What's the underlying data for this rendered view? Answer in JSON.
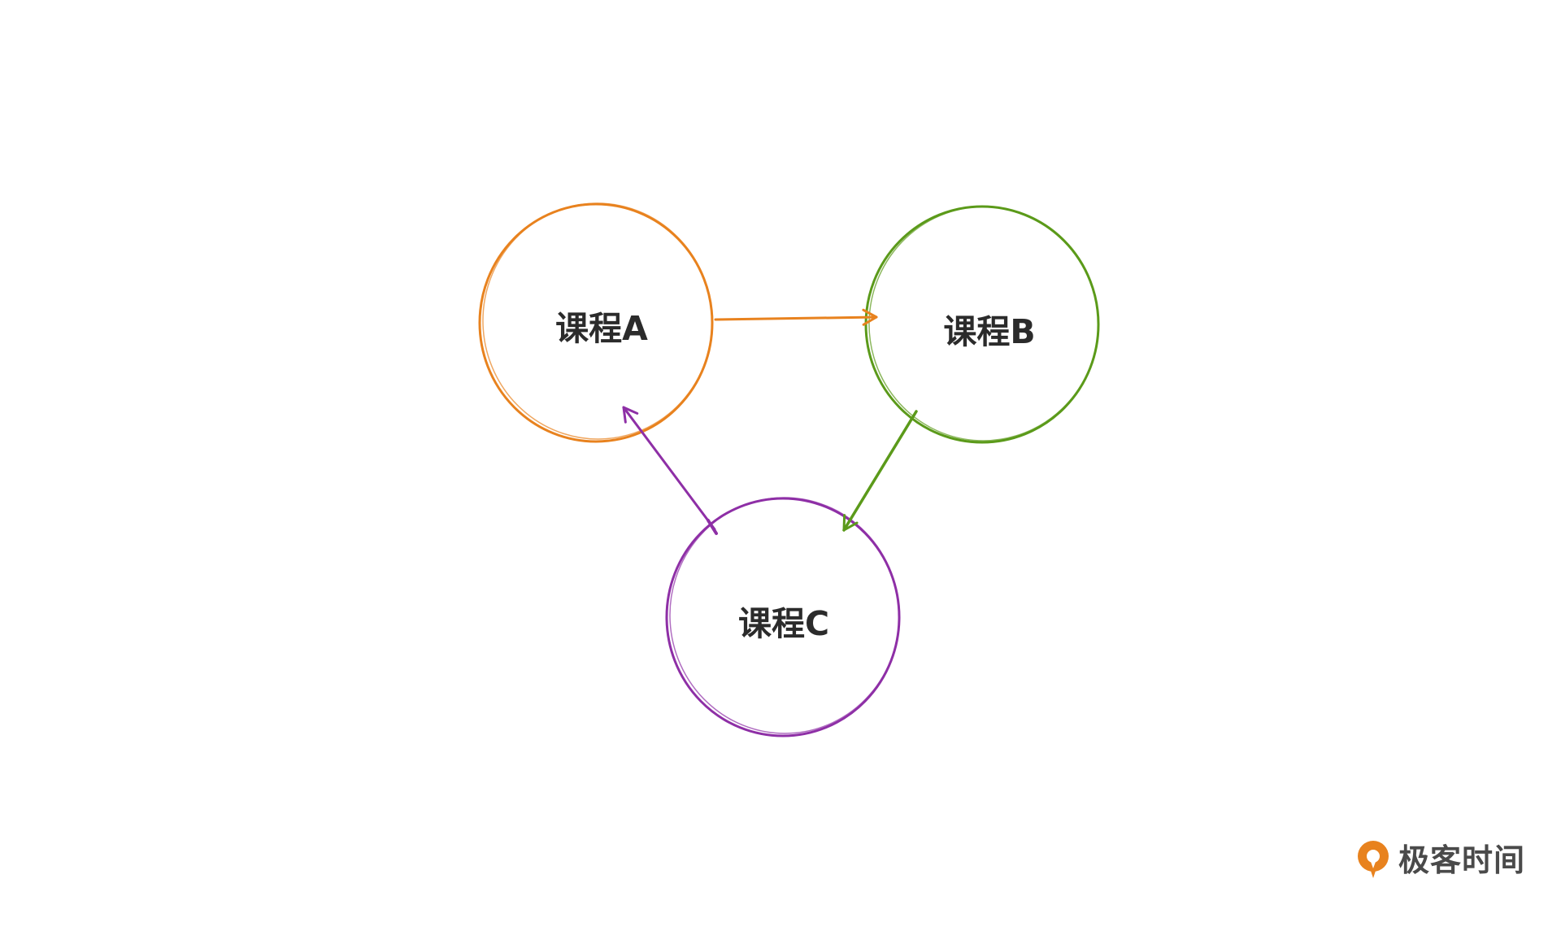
{
  "diagram": {
    "nodes": [
      {
        "id": "a",
        "label": "课程A",
        "color": "#e8821e"
      },
      {
        "id": "b",
        "label": "课程B",
        "color": "#5b9a1a"
      },
      {
        "id": "c",
        "label": "课程C",
        "color": "#8e2fa6"
      }
    ],
    "edges": [
      {
        "from": "a",
        "to": "b",
        "color": "#e8821e"
      },
      {
        "from": "b",
        "to": "c",
        "color": "#5b9a1a"
      },
      {
        "from": "c",
        "to": "a",
        "color": "#8e2fa6"
      }
    ]
  },
  "brand": {
    "text": "极客时间",
    "icon": "geektime-logo-icon",
    "color": "#e8821e"
  }
}
